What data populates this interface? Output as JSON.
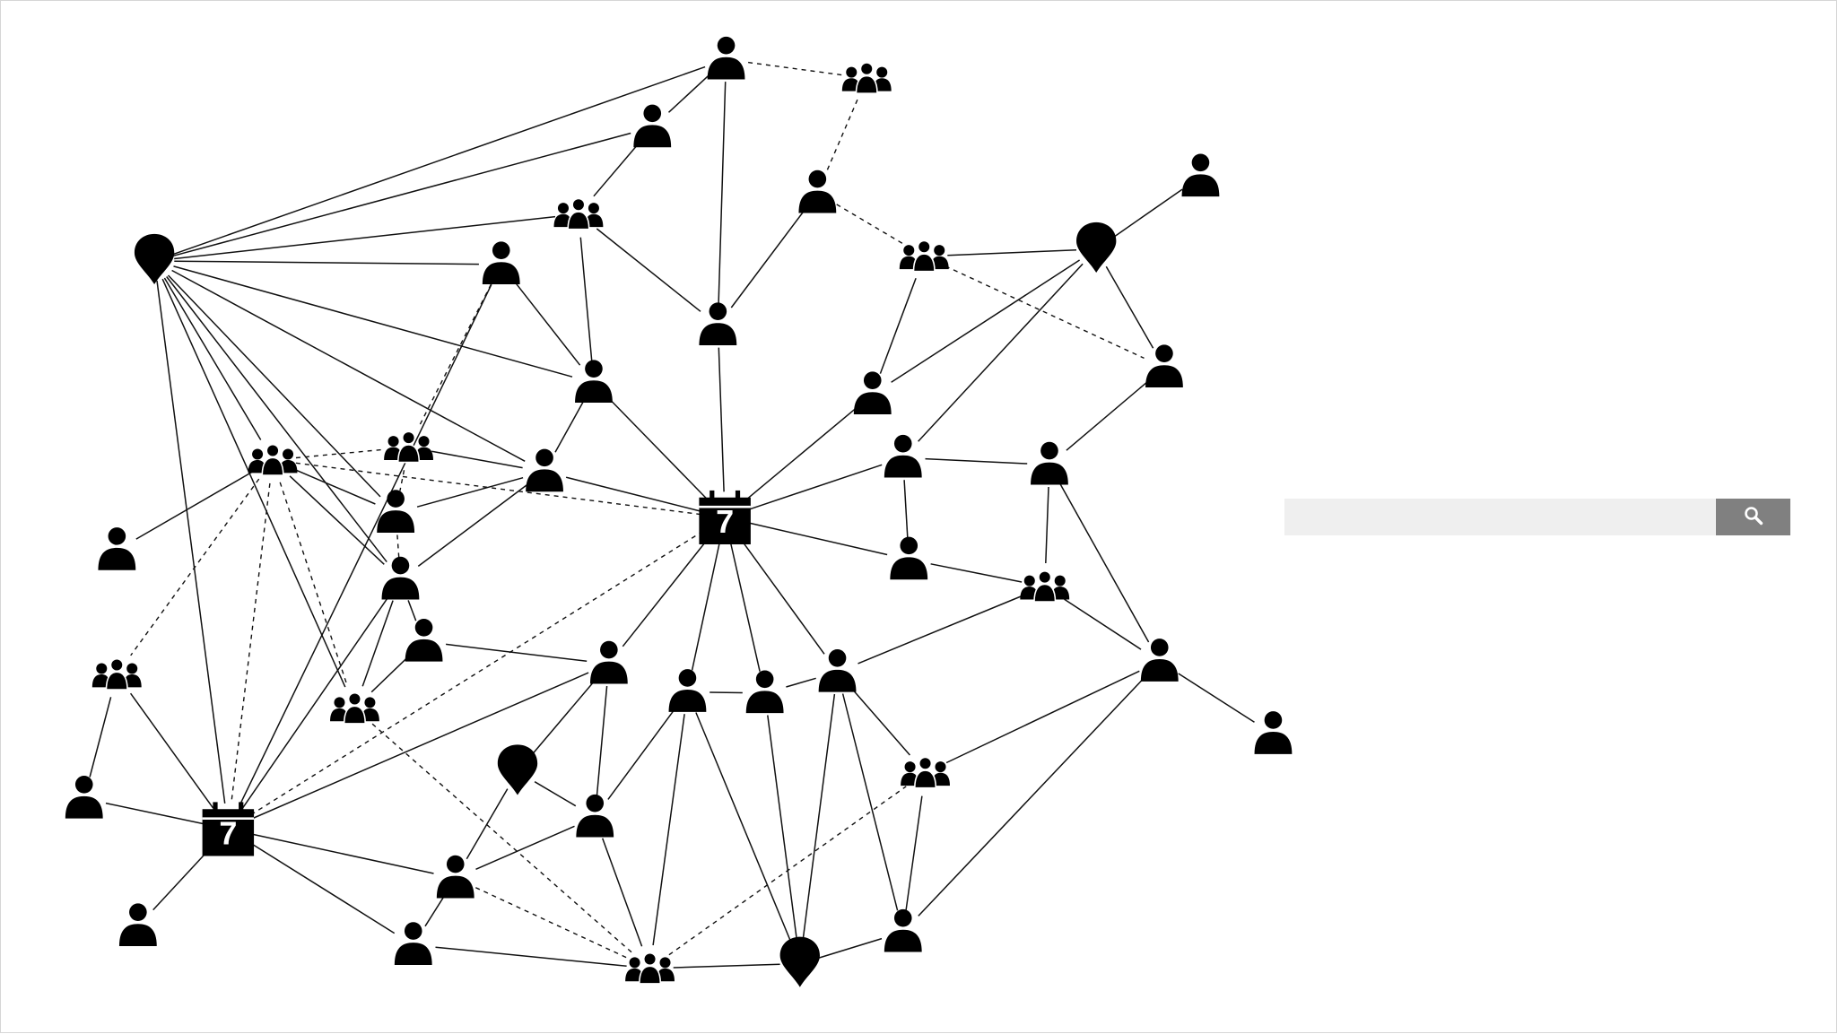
{
  "colors": {
    "background": "#ffffff",
    "node_fill": "#000000",
    "edge": "#111111",
    "search_field": "#efefef",
    "search_button": "#808080",
    "search_icon": "#ffffff"
  },
  "search": {
    "value": "",
    "placeholder": "",
    "button_icon": "magnifier-icon"
  },
  "diagram": {
    "calendar_day": "7",
    "node_types": [
      "person-icon",
      "group-icon",
      "location-pin-icon",
      "calendar-icon"
    ],
    "node_count": 46,
    "edge_styles": [
      "solid",
      "dashed"
    ]
  }
}
